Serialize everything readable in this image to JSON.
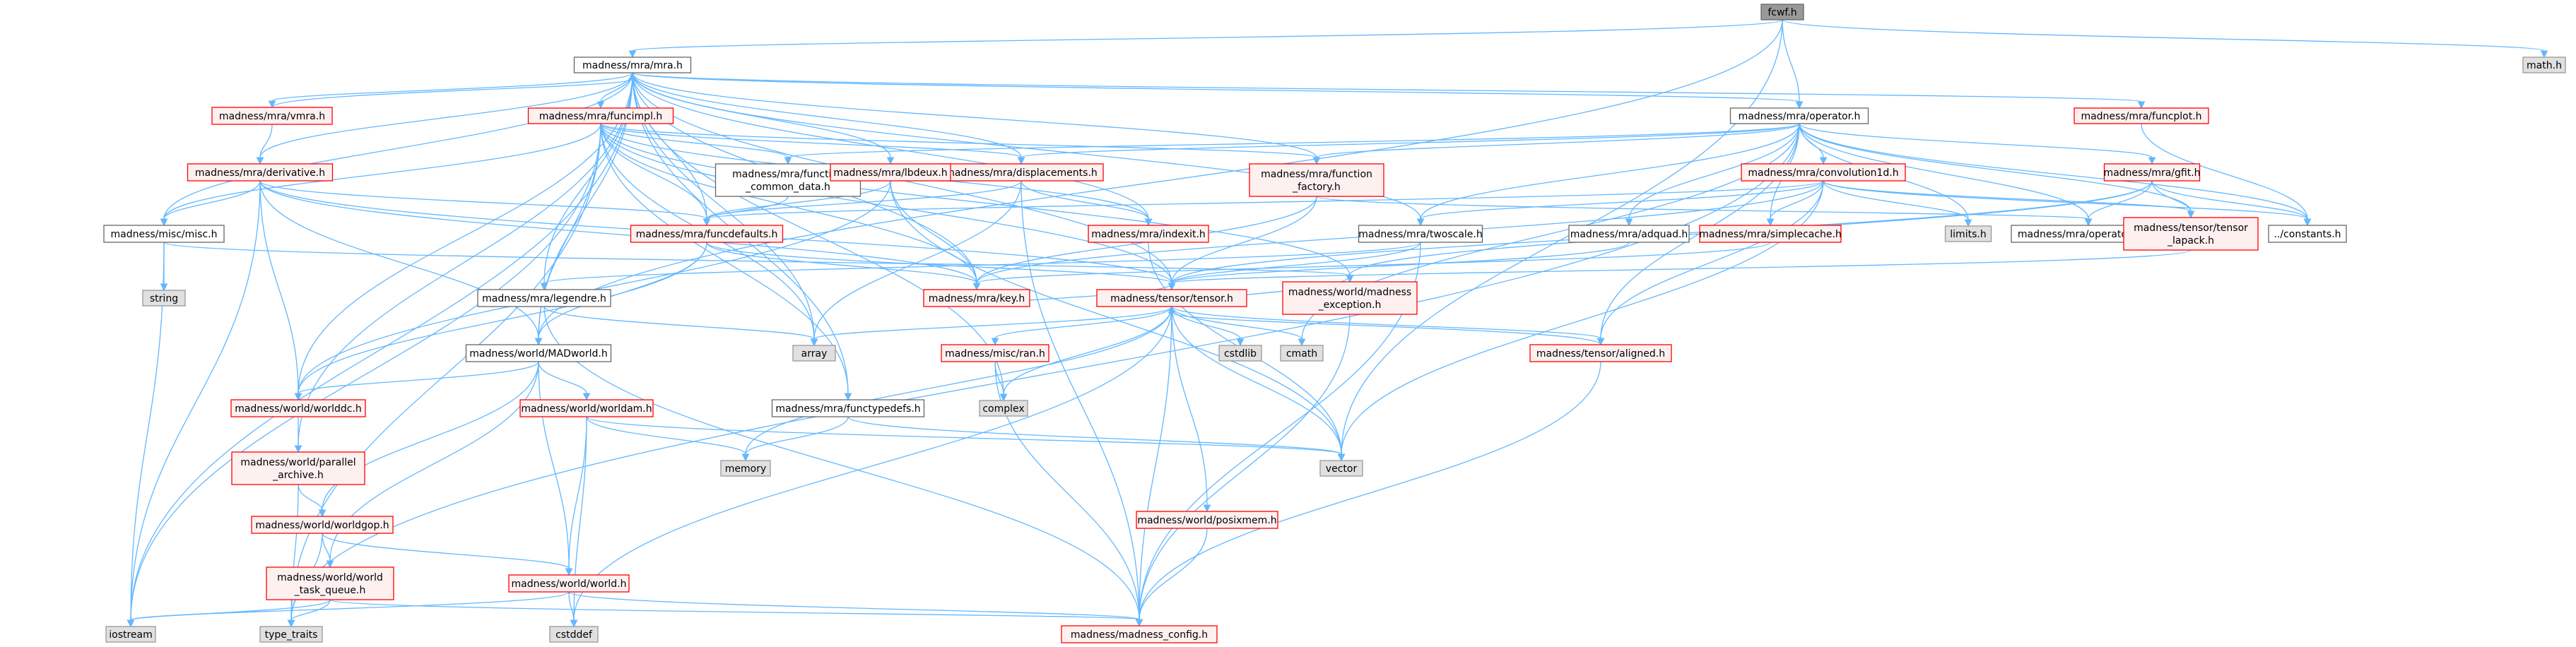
{
  "palette": {
    "edge": "#63B8FF",
    "root_fill": "#999999",
    "root_stroke": "#666666",
    "doc_fill": "#FFFFFF",
    "doc_stroke": "#666666",
    "trunc_fill": "#FFF0F0",
    "trunc_stroke": "#FF0000",
    "system_fill": "#E0E0E0",
    "system_stroke": "#999999"
  },
  "nodes": [
    {
      "id": "fcwf",
      "kind": "root",
      "lines": [
        "fcwf.h"
      ]
    },
    {
      "id": "mra",
      "kind": "doc",
      "lines": [
        "madness/mra/mra.h"
      ]
    },
    {
      "id": "math",
      "kind": "system",
      "lines": [
        "math.h"
      ]
    },
    {
      "id": "operator",
      "kind": "doc",
      "lines": [
        "madness/mra/operator.h"
      ]
    },
    {
      "id": "vector",
      "kind": "system",
      "lines": [
        "vector"
      ]
    },
    {
      "id": "vmra",
      "kind": "trunc",
      "lines": [
        "madness/mra/vmra.h"
      ]
    },
    {
      "id": "funcimpl",
      "kind": "trunc",
      "lines": [
        "madness/mra/funcimpl.h"
      ]
    },
    {
      "id": "funcplot",
      "kind": "trunc",
      "lines": [
        "madness/mra/funcplot.h"
      ]
    },
    {
      "id": "derivative",
      "kind": "trunc",
      "lines": [
        "madness/mra/derivative.h"
      ]
    },
    {
      "id": "func_common",
      "kind": "doc",
      "lines": [
        "madness/mra/function",
        "_common_data.h"
      ]
    },
    {
      "id": "displacements",
      "kind": "trunc",
      "lines": [
        "madness/mra/displacements.h"
      ]
    },
    {
      "id": "lbdeux",
      "kind": "trunc",
      "lines": [
        "madness/mra/lbdeux.h"
      ]
    },
    {
      "id": "func_factory",
      "kind": "trunc",
      "lines": [
        "madness/mra/function",
        "_factory.h"
      ]
    },
    {
      "id": "conv1d",
      "kind": "trunc",
      "lines": [
        "madness/mra/convolution1d.h"
      ]
    },
    {
      "id": "gfit",
      "kind": "trunc",
      "lines": [
        "madness/mra/gfit.h"
      ]
    },
    {
      "id": "limits",
      "kind": "system",
      "lines": [
        "limits.h"
      ]
    },
    {
      "id": "misc",
      "kind": "doc",
      "lines": [
        "madness/misc/misc.h"
      ]
    },
    {
      "id": "funcdefaults",
      "kind": "trunc",
      "lines": [
        "madness/mra/funcdefaults.h"
      ]
    },
    {
      "id": "indexit",
      "kind": "trunc",
      "lines": [
        "madness/mra/indexit.h"
      ]
    },
    {
      "id": "twoscale",
      "kind": "doc",
      "lines": [
        "madness/mra/twoscale.h"
      ]
    },
    {
      "id": "adquad",
      "kind": "doc",
      "lines": [
        "madness/mra/adquad.h"
      ]
    },
    {
      "id": "simplecache",
      "kind": "trunc",
      "lines": [
        "madness/mra/simplecache.h"
      ]
    },
    {
      "id": "operatorinfo",
      "kind": "doc",
      "lines": [
        "madness/mra/operatorinfo.h"
      ]
    },
    {
      "id": "tlapack",
      "kind": "trunc",
      "lines": [
        "madness/tensor/tensor",
        "_lapack.h"
      ]
    },
    {
      "id": "constants",
      "kind": "doc",
      "lines": [
        "../constants.h"
      ]
    },
    {
      "id": "string",
      "kind": "system",
      "lines": [
        "string"
      ]
    },
    {
      "id": "legendre",
      "kind": "doc",
      "lines": [
        "madness/mra/legendre.h"
      ]
    },
    {
      "id": "key",
      "kind": "trunc",
      "lines": [
        "madness/mra/key.h"
      ]
    },
    {
      "id": "tensor",
      "kind": "trunc",
      "lines": [
        "madness/tensor/tensor.h"
      ]
    },
    {
      "id": "madexc",
      "kind": "trunc",
      "lines": [
        "madness/world/madness",
        "_exception.h"
      ]
    },
    {
      "id": "madworld",
      "kind": "doc",
      "lines": [
        "madness/world/MADworld.h"
      ]
    },
    {
      "id": "array",
      "kind": "system",
      "lines": [
        "array"
      ]
    },
    {
      "id": "cstdlib",
      "kind": "system",
      "lines": [
        "cstdlib"
      ]
    },
    {
      "id": "cmath",
      "kind": "system",
      "lines": [
        "cmath"
      ]
    },
    {
      "id": "aligned",
      "kind": "trunc",
      "lines": [
        "madness/tensor/aligned.h"
      ]
    },
    {
      "id": "ran",
      "kind": "trunc",
      "lines": [
        "madness/misc/ran.h"
      ]
    },
    {
      "id": "complex",
      "kind": "system",
      "lines": [
        "complex"
      ]
    },
    {
      "id": "functypedefs",
      "kind": "doc",
      "lines": [
        "madness/mra/functypedefs.h"
      ]
    },
    {
      "id": "worlddc",
      "kind": "trunc",
      "lines": [
        "madness/world/worlddc.h"
      ]
    },
    {
      "id": "worldam",
      "kind": "trunc",
      "lines": [
        "madness/world/worldam.h"
      ]
    },
    {
      "id": "memory",
      "kind": "system",
      "lines": [
        "memory"
      ]
    },
    {
      "id": "parallel",
      "kind": "trunc",
      "lines": [
        "madness/world/parallel",
        "_archive.h"
      ]
    },
    {
      "id": "posixmem",
      "kind": "trunc",
      "lines": [
        "madness/world/posixmem.h"
      ]
    },
    {
      "id": "worldgop",
      "kind": "trunc",
      "lines": [
        "madness/world/worldgop.h"
      ]
    },
    {
      "id": "taskq",
      "kind": "trunc",
      "lines": [
        "madness/world/world",
        "_task_queue.h"
      ]
    },
    {
      "id": "world",
      "kind": "trunc",
      "lines": [
        "madness/world/world.h"
      ]
    },
    {
      "id": "iostream",
      "kind": "system",
      "lines": [
        "iostream"
      ]
    },
    {
      "id": "type_traits",
      "kind": "system",
      "lines": [
        "type_traits"
      ]
    },
    {
      "id": "cstddef",
      "kind": "system",
      "lines": [
        "cstddef"
      ]
    },
    {
      "id": "config",
      "kind": "trunc",
      "lines": [
        "madness/madness_config.h"
      ]
    }
  ],
  "edges": [
    [
      "fcwf",
      "mra"
    ],
    [
      "fcwf",
      "math"
    ],
    [
      "fcwf",
      "operator"
    ],
    [
      "fcwf",
      "vector"
    ],
    [
      "fcwf",
      "madworld"
    ],
    [
      "mra",
      "vmra"
    ],
    [
      "mra",
      "funcimpl"
    ],
    [
      "mra",
      "funcplot"
    ],
    [
      "mra",
      "derivative"
    ],
    [
      "mra",
      "operator"
    ],
    [
      "mra",
      "lbdeux"
    ],
    [
      "mra",
      "func_factory"
    ],
    [
      "mra",
      "displacements"
    ],
    [
      "mra",
      "funcdefaults"
    ],
    [
      "mra",
      "indexit"
    ],
    [
      "mra",
      "misc"
    ],
    [
      "mra",
      "twoscale"
    ],
    [
      "mra",
      "legendre"
    ],
    [
      "mra",
      "key"
    ],
    [
      "mra",
      "tensor"
    ],
    [
      "mra",
      "madworld"
    ],
    [
      "mra",
      "worlddc"
    ],
    [
      "mra",
      "parallel"
    ],
    [
      "mra",
      "functypedefs"
    ],
    [
      "mra",
      "complex"
    ],
    [
      "mra",
      "iostream"
    ],
    [
      "mra",
      "array"
    ],
    [
      "vmra",
      "mra"
    ],
    [
      "vmra",
      "derivative"
    ],
    [
      "funcimpl",
      "func_common"
    ],
    [
      "funcimpl",
      "func_factory"
    ],
    [
      "funcimpl",
      "displacements"
    ],
    [
      "funcimpl",
      "funcdefaults"
    ],
    [
      "funcimpl",
      "indexit"
    ],
    [
      "funcimpl",
      "key"
    ],
    [
      "funcimpl",
      "tensor"
    ],
    [
      "funcimpl",
      "madworld"
    ],
    [
      "funcimpl",
      "misc"
    ],
    [
      "funcimpl",
      "array"
    ],
    [
      "funcimpl",
      "iostream"
    ],
    [
      "funcimpl",
      "type_traits"
    ],
    [
      "funcimpl",
      "functypedefs"
    ],
    [
      "funcimpl",
      "madexc"
    ],
    [
      "funcplot",
      "constants"
    ],
    [
      "derivative",
      "misc"
    ],
    [
      "derivative",
      "funcdefaults"
    ],
    [
      "derivative",
      "madworld"
    ],
    [
      "derivative",
      "worlddc"
    ],
    [
      "derivative",
      "iostream"
    ],
    [
      "derivative",
      "tensor"
    ],
    [
      "derivative",
      "key"
    ],
    [
      "operator",
      "func_common"
    ],
    [
      "operator",
      "displacements"
    ],
    [
      "operator",
      "func_factory"
    ],
    [
      "operator",
      "conv1d"
    ],
    [
      "operator",
      "gfit"
    ],
    [
      "operator",
      "limits"
    ],
    [
      "operator",
      "adquad"
    ],
    [
      "operator",
      "simplecache"
    ],
    [
      "operator",
      "operatorinfo"
    ],
    [
      "operator",
      "tlapack"
    ],
    [
      "operator",
      "constants"
    ],
    [
      "operator",
      "twoscale"
    ],
    [
      "operator",
      "type_traits"
    ],
    [
      "operator",
      "cmath"
    ],
    [
      "operator",
      "aligned"
    ],
    [
      "func_common",
      "funcdefaults"
    ],
    [
      "displacements",
      "indexit"
    ],
    [
      "displacements",
      "funcdefaults"
    ],
    [
      "displacements",
      "array"
    ],
    [
      "displacements",
      "config"
    ],
    [
      "lbdeux",
      "funcdefaults"
    ],
    [
      "lbdeux",
      "key"
    ],
    [
      "lbdeux",
      "worlddc"
    ],
    [
      "lbdeux",
      "vector"
    ],
    [
      "func_factory",
      "key"
    ],
    [
      "func_factory",
      "tensor"
    ],
    [
      "func_factory",
      "operatorinfo"
    ],
    [
      "conv1d",
      "funcdefaults"
    ],
    [
      "conv1d",
      "limits"
    ],
    [
      "conv1d",
      "simplecache"
    ],
    [
      "conv1d",
      "tlapack"
    ],
    [
      "conv1d",
      "constants"
    ],
    [
      "conv1d",
      "key"
    ],
    [
      "conv1d",
      "aligned"
    ],
    [
      "conv1d",
      "twoscale"
    ],
    [
      "conv1d",
      "vector"
    ],
    [
      "gfit",
      "operatorinfo"
    ],
    [
      "gfit",
      "tlapack"
    ],
    [
      "gfit",
      "constants"
    ],
    [
      "gfit",
      "tensor"
    ],
    [
      "gfit",
      "madexc"
    ],
    [
      "misc",
      "string"
    ],
    [
      "misc",
      "iostream"
    ],
    [
      "misc",
      "madexc"
    ],
    [
      "funcdefaults",
      "key"
    ],
    [
      "funcdefaults",
      "tensor"
    ],
    [
      "funcdefaults",
      "madworld"
    ],
    [
      "funcdefaults",
      "worlddc"
    ],
    [
      "indexit",
      "vector"
    ],
    [
      "twoscale",
      "tensor"
    ],
    [
      "twoscale",
      "legendre"
    ],
    [
      "twoscale",
      "config"
    ],
    [
      "adquad",
      "tensor"
    ],
    [
      "simplecache",
      "key"
    ],
    [
      "tlapack",
      "tensor"
    ],
    [
      "legendre",
      "config"
    ],
    [
      "legendre",
      "array"
    ],
    [
      "key",
      "tensor"
    ],
    [
      "tensor",
      "madexc"
    ],
    [
      "tensor",
      "aligned"
    ],
    [
      "tensor",
      "ran"
    ],
    [
      "tensor",
      "array"
    ],
    [
      "tensor",
      "cstdlib"
    ],
    [
      "tensor",
      "cmath"
    ],
    [
      "tensor",
      "vector"
    ],
    [
      "tensor",
      "complex"
    ],
    [
      "tensor",
      "memory"
    ],
    [
      "tensor",
      "posixmem"
    ],
    [
      "tensor",
      "config"
    ],
    [
      "tensor",
      "cstddef"
    ],
    [
      "madexc",
      "config"
    ],
    [
      "madworld",
      "worlddc"
    ],
    [
      "madworld",
      "worldam"
    ],
    [
      "madworld",
      "worldgop"
    ],
    [
      "madworld",
      "world"
    ],
    [
      "madworld",
      "taskq"
    ],
    [
      "aligned",
      "config"
    ],
    [
      "aligned",
      "tensor"
    ],
    [
      "ran",
      "complex"
    ],
    [
      "ran",
      "config"
    ],
    [
      "functypedefs",
      "memory"
    ],
    [
      "functypedefs",
      "vector"
    ],
    [
      "worlddc",
      "parallel"
    ],
    [
      "worldam",
      "memory"
    ],
    [
      "worldam",
      "vector"
    ],
    [
      "worldam",
      "cstddef"
    ],
    [
      "worldam",
      "world"
    ],
    [
      "parallel",
      "worldgop"
    ],
    [
      "parallel",
      "type_traits"
    ],
    [
      "posixmem",
      "config"
    ],
    [
      "worldgop",
      "taskq"
    ],
    [
      "worldgop",
      "world"
    ],
    [
      "worldgop",
      "type_traits"
    ],
    [
      "taskq",
      "iostream"
    ],
    [
      "taskq",
      "type_traits"
    ],
    [
      "taskq",
      "config"
    ],
    [
      "world",
      "config"
    ],
    [
      "world",
      "iostream"
    ],
    [
      "world",
      "cstddef"
    ]
  ]
}
